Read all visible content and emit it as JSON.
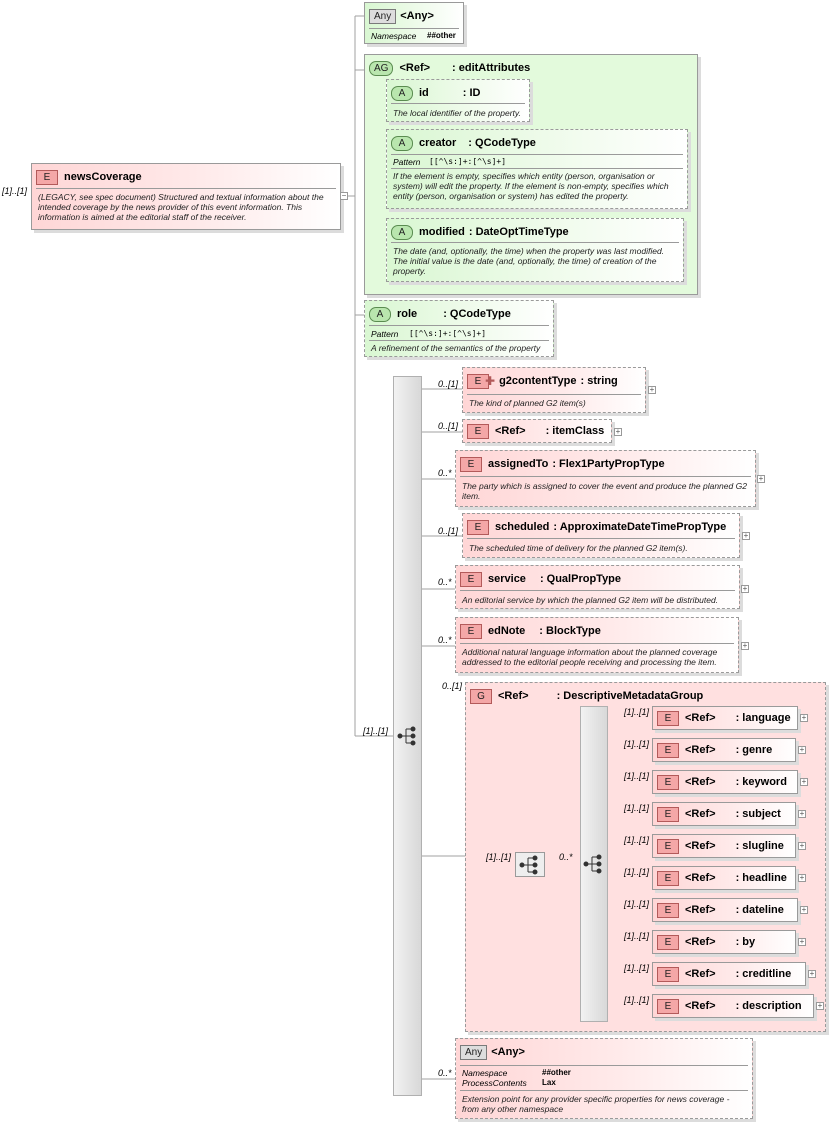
{
  "root": {
    "badge": "E",
    "name": "newsCoverage",
    "cardinality": "[1]..[1]",
    "description": "(LEGACY, see spec document) Structured and textual information about the intended coverage by the news provider of this event information. This information is aimed at the editorial staff of the receiver."
  },
  "any_attr": {
    "badge": "Any",
    "name": "<Any>",
    "ns_label": "Namespace",
    "ns_value": "##other"
  },
  "attr_group": {
    "badge": "AG",
    "ref": "<Ref>",
    "type": ": editAttributes",
    "attributes": [
      {
        "badge": "A",
        "name": "id",
        "type": ": ID",
        "description": "The local identifier of the property."
      },
      {
        "badge": "A",
        "name": "creator",
        "type": ": QCodeType",
        "pattern_label": "Pattern",
        "pattern_value": "[[^\\s:]+:[^\\s]+]",
        "description": "If the element is empty, specifies which entity (person, organisation or system) will edit the property. If the element is non-empty, specifies which entity (person, organisation or system) has edited the property."
      },
      {
        "badge": "A",
        "name": "modified",
        "type": ": DateOptTimeType",
        "description": "The date (and, optionally, the time) when the property was last modified. The initial value is the date (and, optionally, the time) of creation of the property."
      }
    ]
  },
  "role_attr": {
    "badge": "A",
    "name": "role",
    "type": ": QCodeType",
    "pattern_label": "Pattern",
    "pattern_value": "[[^\\s:]+:[^\\s]+]",
    "description": "A refinement of the semantics of the property"
  },
  "sequence": {
    "cardinality": "[1]..[1]"
  },
  "children": [
    {
      "badge": "E",
      "name": "g2contentType",
      "type": ": string",
      "cardinality": "0..[1]",
      "description": "The kind of planned G2 item(s)"
    },
    {
      "badge": "E",
      "name": "<Ref>",
      "type": ": itemClass",
      "cardinality": "0..[1]",
      "description": ""
    },
    {
      "badge": "E",
      "name": "assignedTo",
      "type": ": Flex1PartyPropType",
      "cardinality": "0..*",
      "description": "The party which is assigned to cover the event and produce the planned G2 item."
    },
    {
      "badge": "E",
      "name": "scheduled",
      "type": ": ApproximateDateTimePropType",
      "cardinality": "0..[1]",
      "description": "The scheduled time of delivery for the planned G2 item(s)."
    },
    {
      "badge": "E",
      "name": "service",
      "type": ": QualPropType",
      "cardinality": "0..*",
      "description": "An editorial service by which the planned G2 item will be distributed."
    },
    {
      "badge": "E",
      "name": "edNote",
      "type": ": BlockType",
      "cardinality": "0..*",
      "description": "Additional natural language information about the planned coverage addressed to the editorial people receiving and processing the item."
    }
  ],
  "group": {
    "badge": "G",
    "ref": "<Ref>",
    "type": ": DescriptiveMetadataGroup",
    "cardinality": "0..[1]",
    "inner_seq_cardinality": "[1]..[1]",
    "choice_cardinality": "0..*",
    "items": [
      {
        "ref": "<Ref>",
        "type": ": language",
        "cardinality": "[1]..[1]"
      },
      {
        "ref": "<Ref>",
        "type": ": genre",
        "cardinality": "[1]..[1]"
      },
      {
        "ref": "<Ref>",
        "type": ": keyword",
        "cardinality": "[1]..[1]"
      },
      {
        "ref": "<Ref>",
        "type": ": subject",
        "cardinality": "[1]..[1]"
      },
      {
        "ref": "<Ref>",
        "type": ": slugline",
        "cardinality": "[1]..[1]"
      },
      {
        "ref": "<Ref>",
        "type": ": headline",
        "cardinality": "[1]..[1]"
      },
      {
        "ref": "<Ref>",
        "type": ": dateline",
        "cardinality": "[1]..[1]"
      },
      {
        "ref": "<Ref>",
        "type": ": by",
        "cardinality": "[1]..[1]"
      },
      {
        "ref": "<Ref>",
        "type": ": creditline",
        "cardinality": "[1]..[1]"
      },
      {
        "ref": "<Ref>",
        "type": ": description",
        "cardinality": "[1]..[1]"
      }
    ]
  },
  "any_elem": {
    "badge": "Any",
    "name": "<Any>",
    "cardinality": "0..*",
    "ns_label": "Namespace",
    "ns_value": "##other",
    "pc_label": "ProcessContents",
    "pc_value": "Lax",
    "description": "Extension point for any provider specific properties for news coverage - from any other namespace"
  }
}
